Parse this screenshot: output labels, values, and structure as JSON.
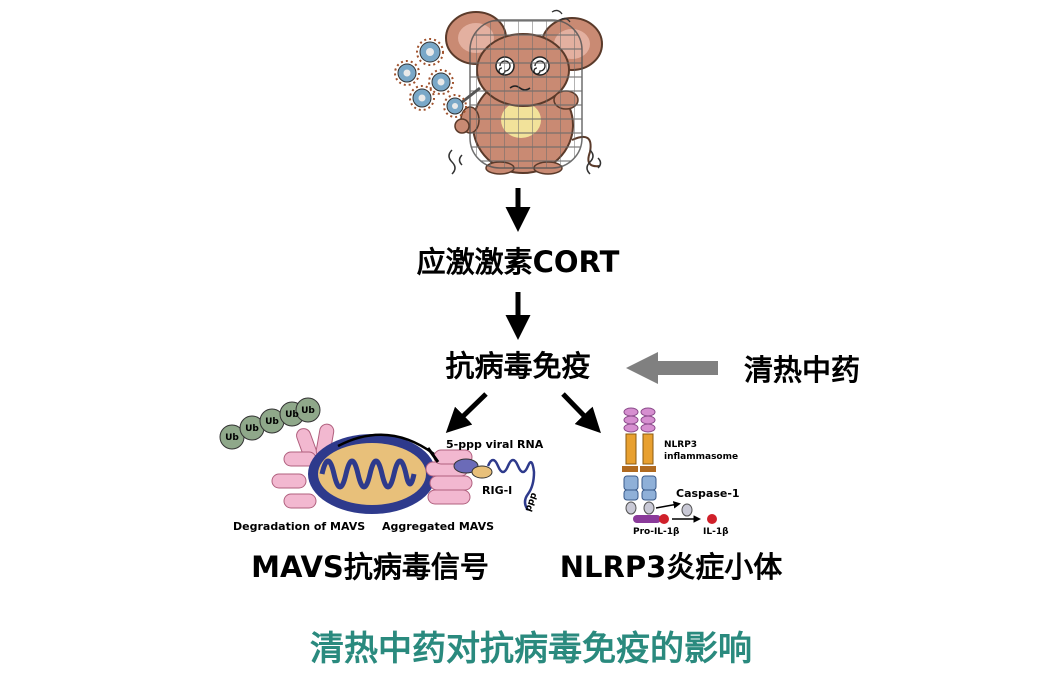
{
  "nodes": {
    "stress_hormone": "应激激素CORT",
    "antiviral_immunity": "抗病毒免疫",
    "herbal_medicine": "清热中药",
    "mavs_signal": "MAVS抗病毒信号",
    "nlrp3": "NLRP3炎症小体"
  },
  "mavs_panel": {
    "ub_label": "Ub",
    "viral_rna": "5-ppp viral RNA",
    "rig_i": "RIG-I",
    "ppp": "ppp",
    "degradation": "Degradation of MAVS",
    "aggregated": "Aggregated MAVS"
  },
  "nlrp3_panel": {
    "title_line1": "NLRP3",
    "title_line2": "inflammasome",
    "caspase": "Caspase-1",
    "pro_il": "Pro-IL-1β",
    "il": "IL-1β"
  },
  "caption": "清热中药对抗病毒免疫的影响",
  "colors": {
    "caption": "#2a8a7e",
    "arrow_gray": "#808080",
    "mito_blue": "#2e3a8c",
    "mito_inner": "#e8c07a",
    "mavs_pink": "#f2b8d0",
    "ub_green": "#8fa88a",
    "nlrp3_orange": "#e8a030",
    "nlrp3_blue": "#8fb0d8"
  }
}
